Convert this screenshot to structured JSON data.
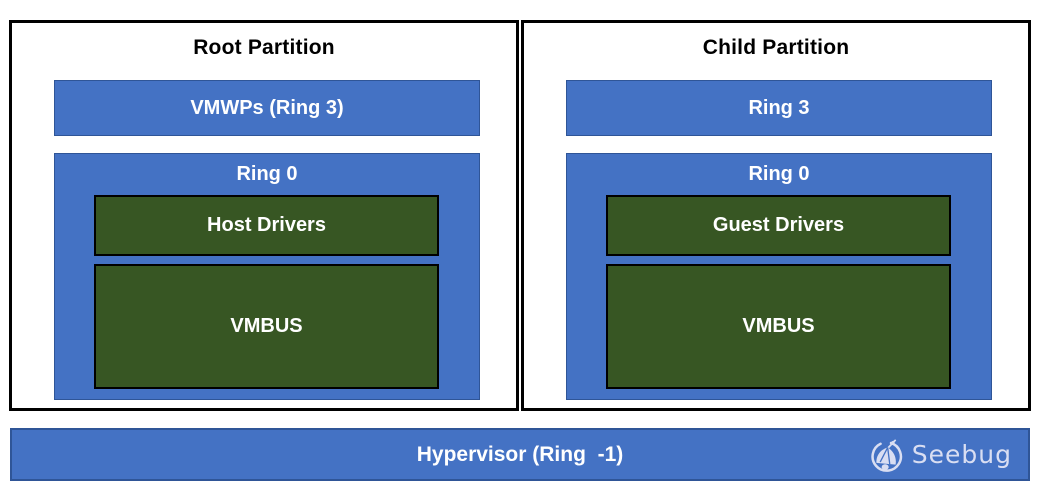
{
  "diagram": {
    "root_partition": {
      "title": "Root Partition",
      "ring3_label": "VMWPs (Ring 3)",
      "ring0_label": "Ring 0",
      "drivers_label": "Host Drivers",
      "vmbus_label": "VMBUS"
    },
    "child_partition": {
      "title": "Child Partition",
      "ring3_label": "Ring 3",
      "ring0_label": "Ring 0",
      "drivers_label": "Guest Drivers",
      "vmbus_label": "VMBUS"
    },
    "hypervisor": {
      "label": "Hypervisor (Ring  -1)"
    },
    "logo": {
      "text": "Seebug",
      "icon": "seebug-bug-icon"
    },
    "colors": {
      "blue_fill": "#4472C4",
      "blue_border": "#2F5597",
      "green_fill": "#375623",
      "green_border": "#000000",
      "partition_border": "#000000",
      "light_text": "#FFFFFF",
      "dark_text": "#000000",
      "logo_color": "#D9DEF2"
    }
  }
}
